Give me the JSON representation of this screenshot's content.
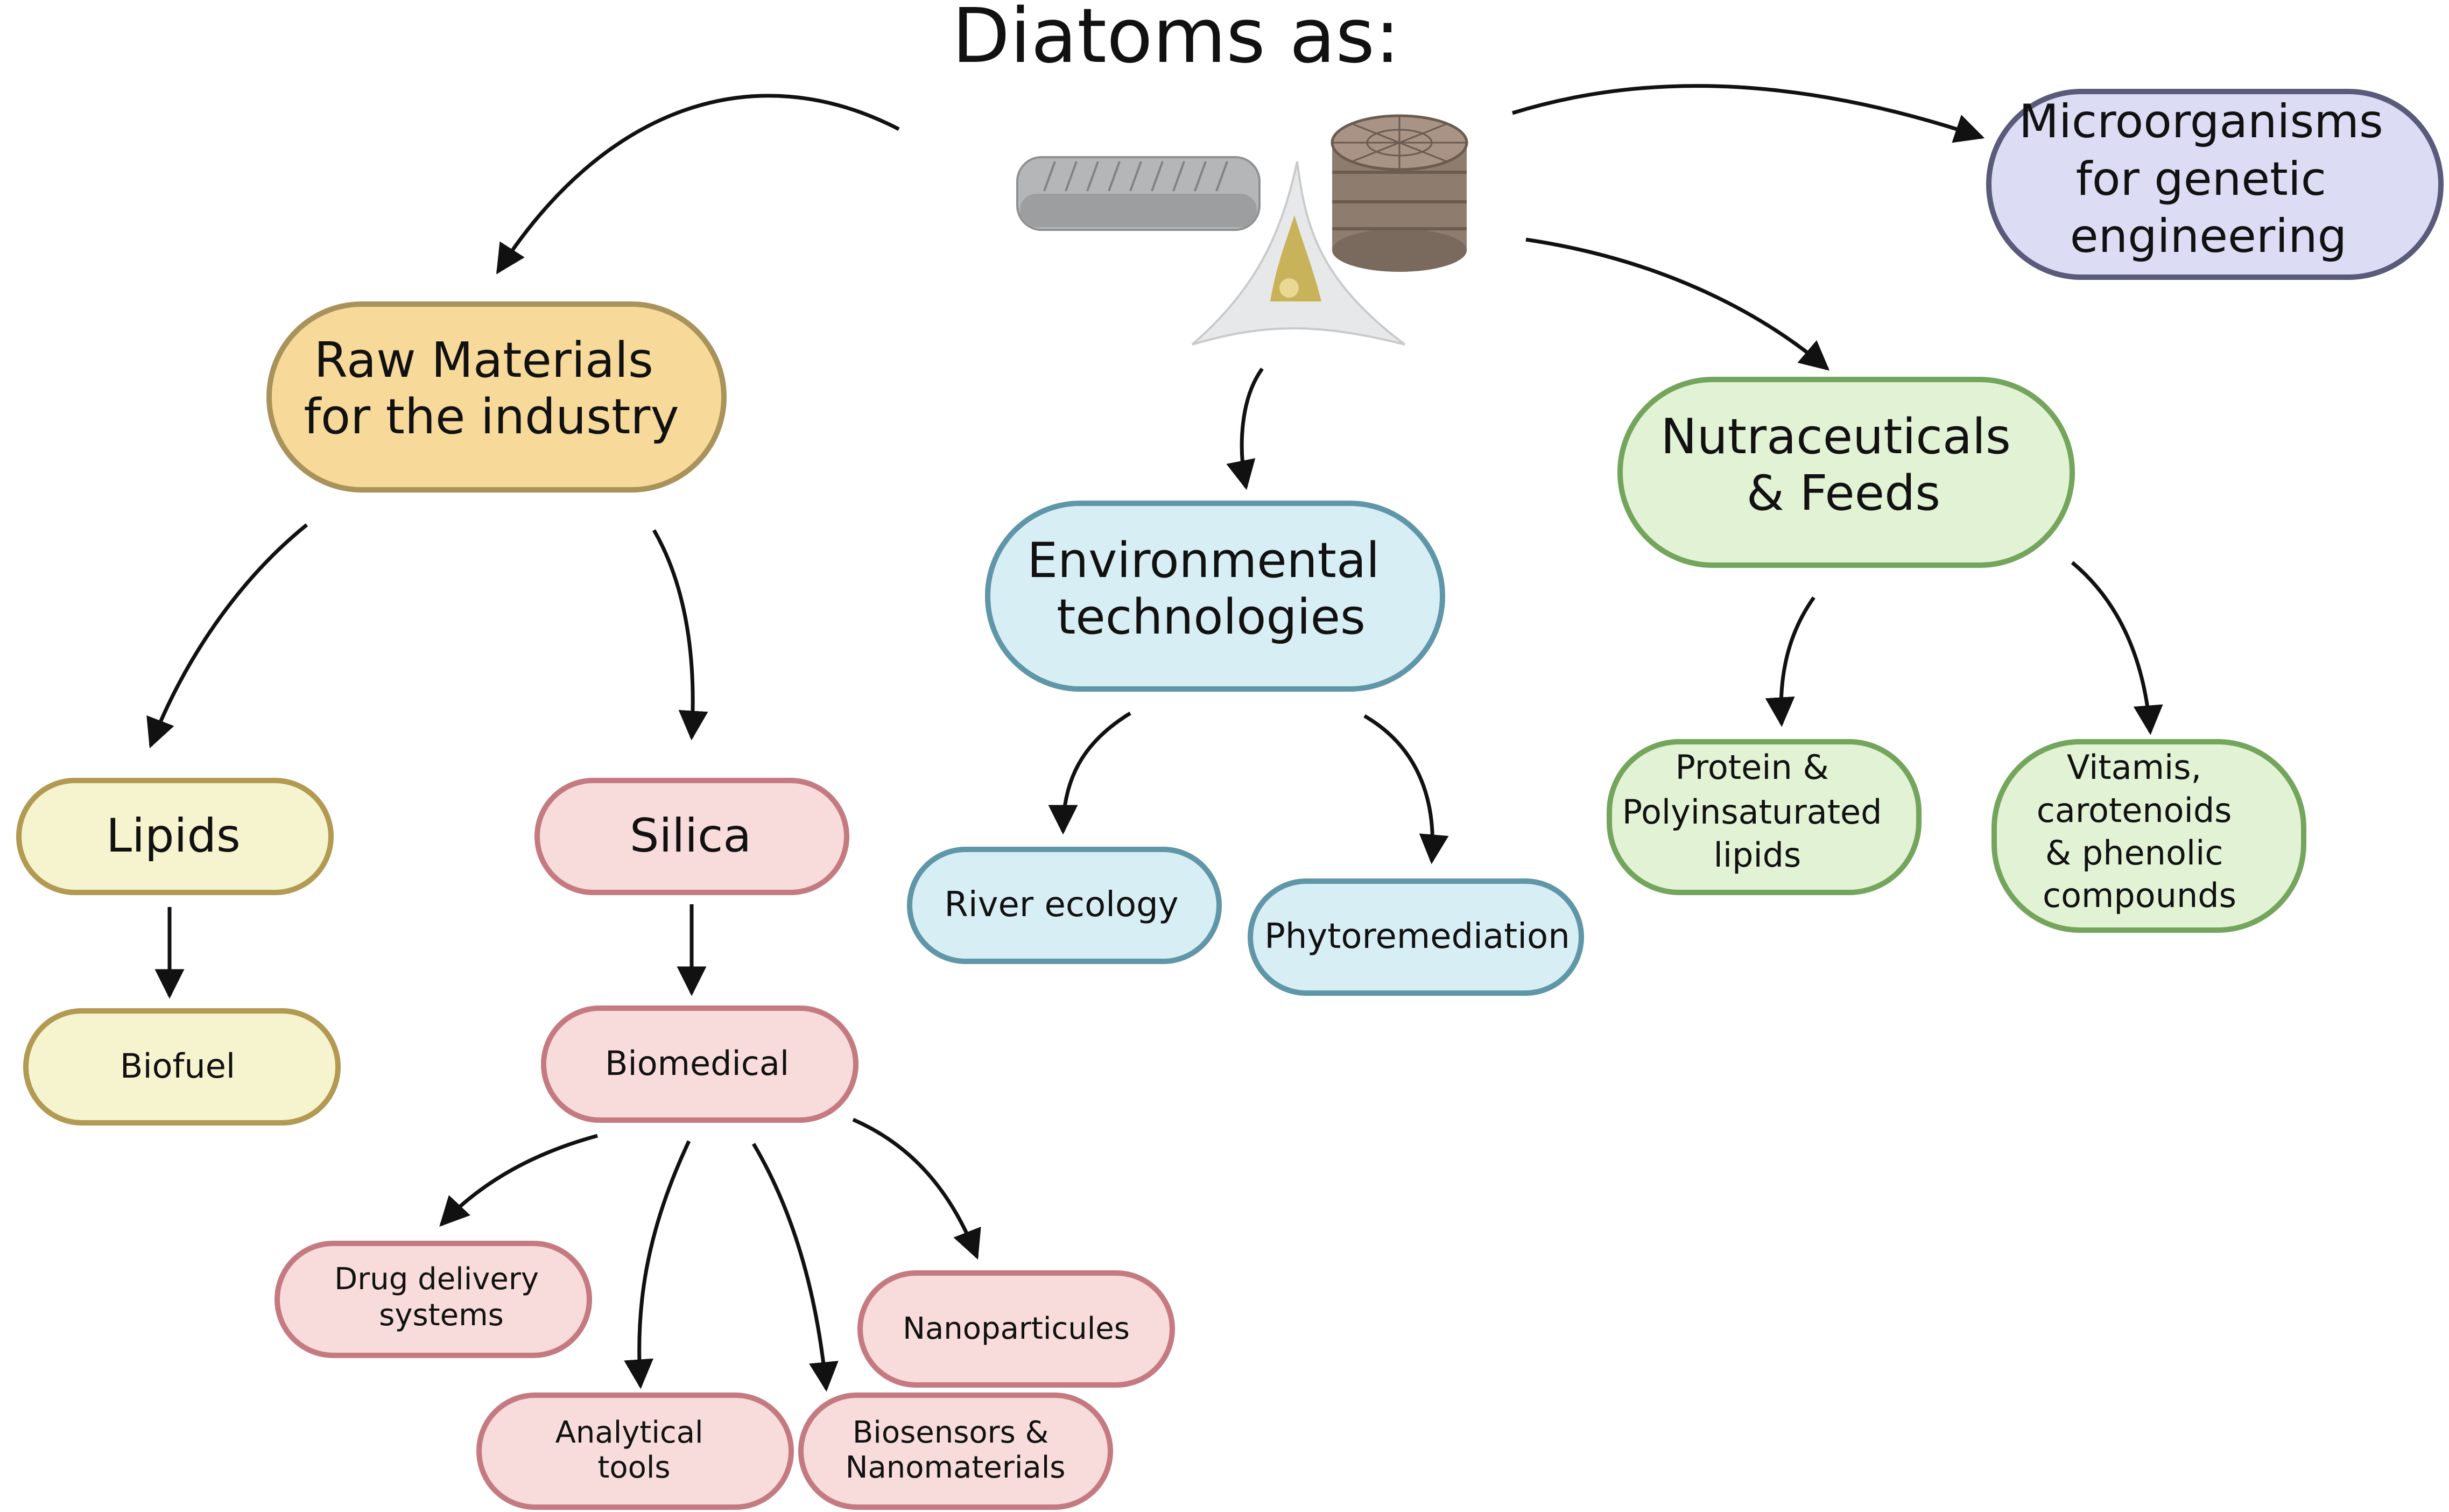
{
  "title": "Diatoms as:",
  "nodes": {
    "microorganisms": {
      "lines": [
        "Microorganisms",
        "for genetic",
        "engineering"
      ],
      "fill": "#dcdcf5",
      "stroke": "#5a5a7a"
    },
    "raw_materials": {
      "lines": [
        "Raw Materials",
        "for the industry"
      ],
      "fill": "#f7d99a",
      "stroke": "#a9935a"
    },
    "environmental": {
      "lines": [
        "Environmental",
        "technologies"
      ],
      "fill": "#d8eef5",
      "stroke": "#5f96a8"
    },
    "nutraceuticals": {
      "lines": [
        "Nutraceuticals",
        "& Feeds"
      ],
      "fill": "#e2f2d4",
      "stroke": "#74a55c"
    },
    "lipids": {
      "lines": [
        "Lipids"
      ],
      "fill": "#f6f4cf",
      "stroke": "#b29a52"
    },
    "silica": {
      "lines": [
        "Silica"
      ],
      "fill": "#f8dcdc",
      "stroke": "#c47a80"
    },
    "biofuel": {
      "lines": [
        "Biofuel"
      ],
      "fill": "#f6f4cf",
      "stroke": "#b29a52"
    },
    "biomedical": {
      "lines": [
        "Biomedical"
      ],
      "fill": "#f8dcdc",
      "stroke": "#c47a80"
    },
    "river_ecology": {
      "lines": [
        "River ecology"
      ],
      "fill": "#d8eef5",
      "stroke": "#5f96a8"
    },
    "phytoremediation": {
      "lines": [
        "Phytoremediation"
      ],
      "fill": "#d8eef5",
      "stroke": "#5f96a8"
    },
    "protein": {
      "lines": [
        "Protein &",
        "Polyinsaturated",
        "lipids"
      ],
      "fill": "#e2f2d4",
      "stroke": "#74a55c"
    },
    "vitamins": {
      "lines": [
        "Vitamis,",
        "carotenoids",
        "& phenolic",
        "compounds"
      ],
      "fill": "#e2f2d4",
      "stroke": "#74a55c"
    },
    "drug_delivery": {
      "lines": [
        "Drug delivery",
        "systems"
      ],
      "fill": "#f8dcdc",
      "stroke": "#c47a80"
    },
    "analytical_tools": {
      "lines": [
        "Analytical",
        "tools"
      ],
      "fill": "#f8dcdc",
      "stroke": "#c47a80"
    },
    "biosensors": {
      "lines": [
        "Biosensors &",
        "Nanomaterials"
      ],
      "fill": "#f8dcdc",
      "stroke": "#c47a80"
    },
    "nanoparticules": {
      "lines": [
        "Nanoparticules"
      ],
      "fill": "#f8dcdc",
      "stroke": "#c47a80"
    }
  }
}
